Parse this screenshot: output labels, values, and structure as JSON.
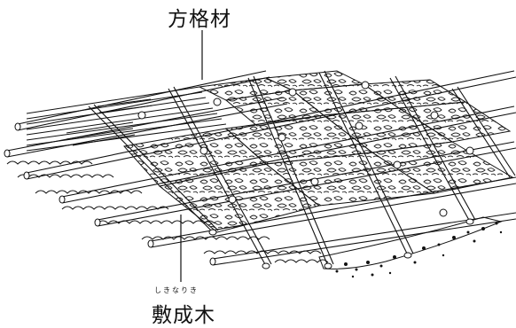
{
  "labels": {
    "top": "方格材",
    "bottom": "敷成木",
    "bottom_reading": "しきなりき"
  }
}
